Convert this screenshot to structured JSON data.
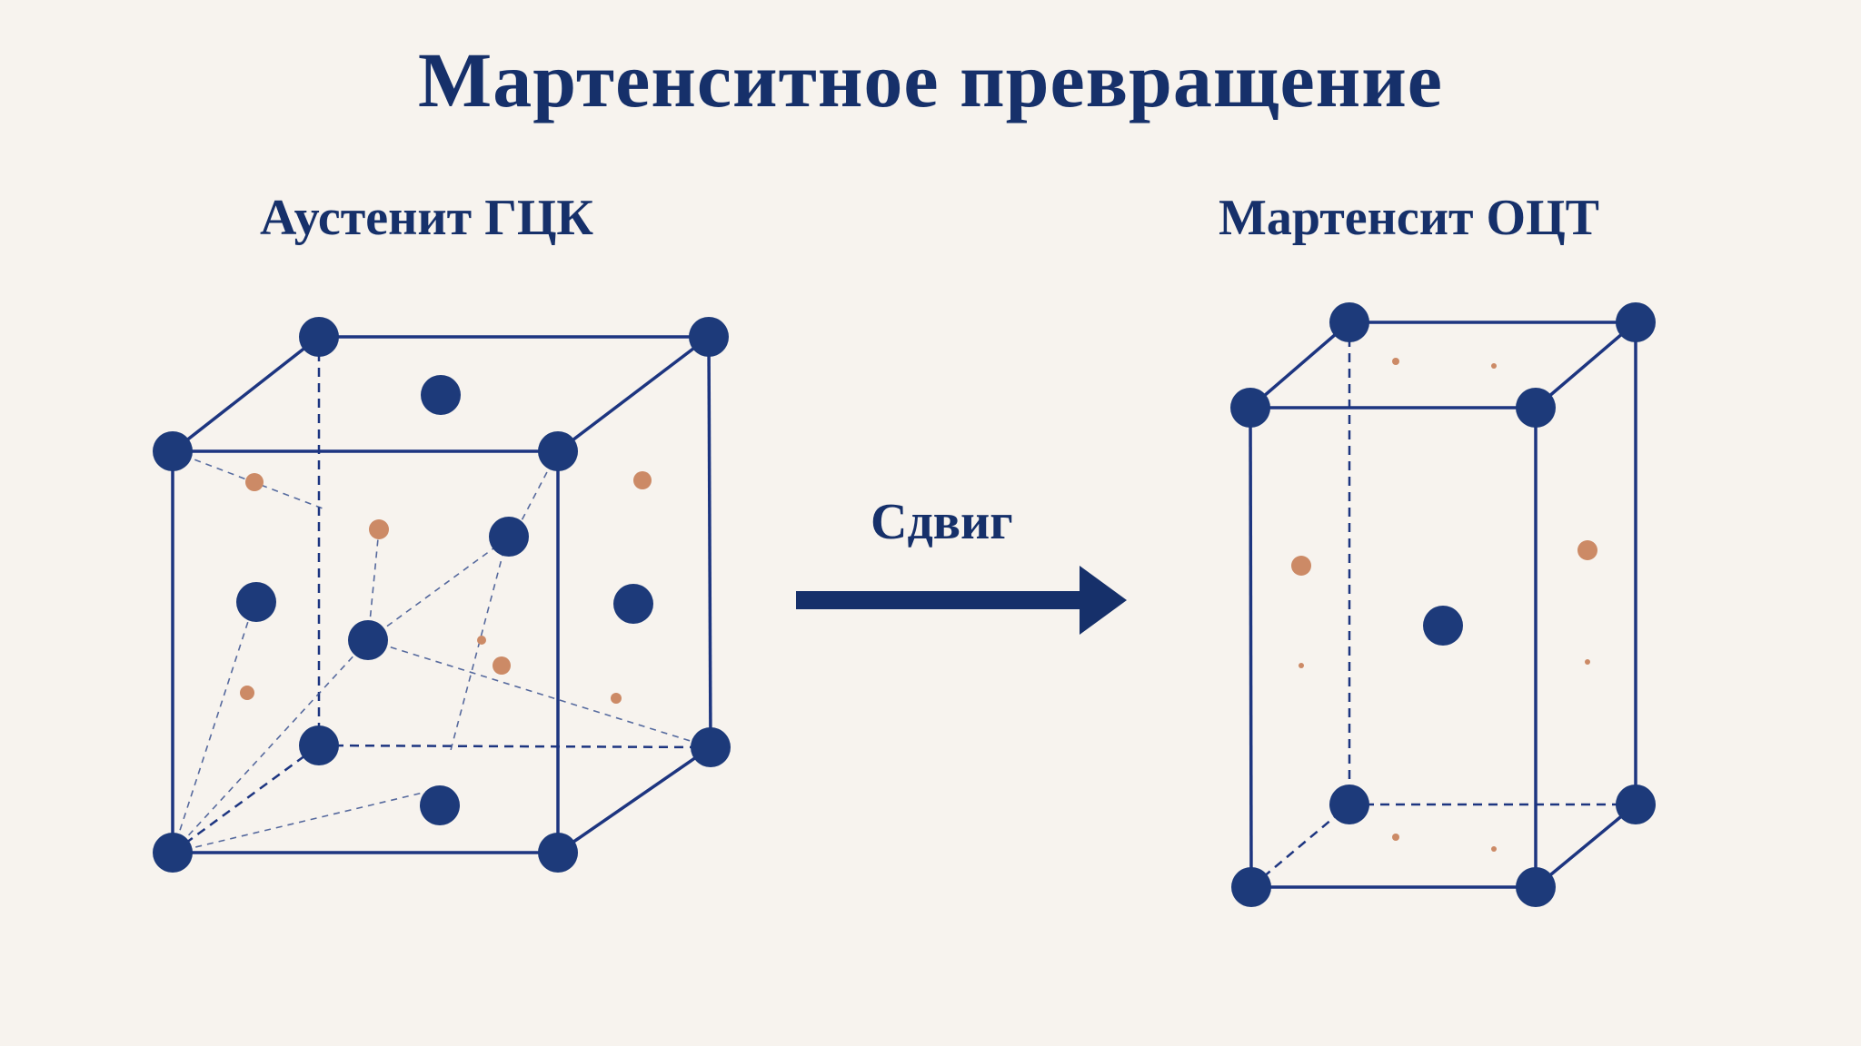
{
  "title": "Мартенситное превращение",
  "austenite": {
    "label": "Аустенит ГЦК"
  },
  "martensite": {
    "label": "Мартенсит ОЦТ"
  },
  "arrow": {
    "label": "Сдвиг"
  },
  "colors": {
    "text": "#16306a",
    "lattice_line": "#1d3580",
    "iron_atom": "#1d3a7a",
    "carbon_atom": "#cc8a66",
    "background": "#f7f3ee"
  }
}
